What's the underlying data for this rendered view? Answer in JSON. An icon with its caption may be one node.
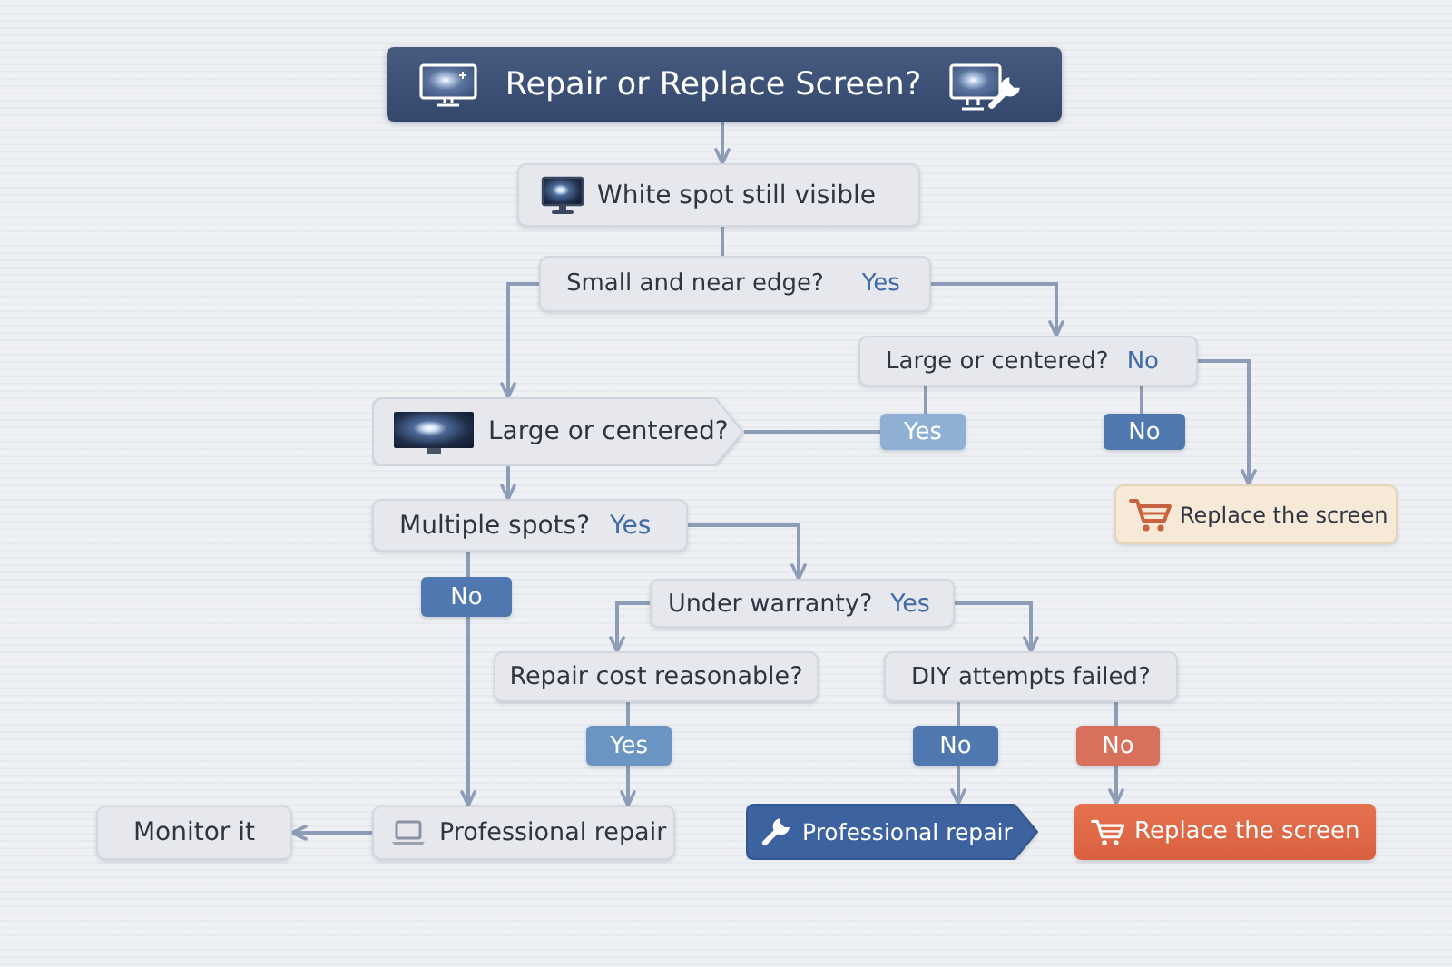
{
  "diagram": {
    "nodes": [
      {
        "text": [
          "Repair or Replace Screen?"
        ]
      },
      {
        "text": [
          "White spot still visible"
        ]
      },
      {
        "text": [
          "Small and near edge?",
          "Yes"
        ]
      },
      {
        "text": [
          "Large or centered?",
          "No"
        ]
      },
      {
        "text": [
          "Large or centered?"
        ]
      },
      {
        "text": [
          "Yes"
        ]
      },
      {
        "text": [
          "No"
        ]
      },
      {
        "text": [
          "Replace the screen"
        ]
      },
      {
        "text": [
          "Multiple spots?",
          "Yes"
        ]
      },
      {
        "text": [
          "No"
        ]
      },
      {
        "text": [
          "Under warranty?",
          "Yes"
        ]
      },
      {
        "text": [
          "Repair cost reasonable?"
        ]
      },
      {
        "text": [
          "DIY attempts failed?"
        ]
      },
      {
        "text": [
          "Yes"
        ]
      },
      {
        "text": [
          "No"
        ]
      },
      {
        "text": [
          "No"
        ]
      },
      {
        "text": [
          "Monitor it"
        ]
      },
      {
        "text": [
          "Professional repair"
        ]
      },
      {
        "text": [
          "Professional repair"
        ]
      },
      {
        "text": [
          "Replace the screen"
        ]
      }
    ],
    "edges": [
      {
        "from": 0,
        "to": 1,
        "arrow": "to"
      },
      {
        "from": 1,
        "to": 2,
        "arrow": "none"
      },
      {
        "from": 2,
        "to": 4,
        "arrow": "to"
      },
      {
        "from": 2,
        "to": 3,
        "arrow": "to"
      },
      {
        "from": 3,
        "to": 5,
        "arrow": "none"
      },
      {
        "from": 3,
        "to": 6,
        "arrow": "none"
      },
      {
        "from": 3,
        "to": 7,
        "arrow": "to"
      },
      {
        "from": 5,
        "to": 4,
        "arrow": "none"
      },
      {
        "from": 4,
        "to": 8,
        "arrow": "to"
      },
      {
        "from": 8,
        "to": 9,
        "arrow": "none"
      },
      {
        "from": 8,
        "to": 10,
        "arrow": "to"
      },
      {
        "from": 9,
        "to": 17,
        "arrow": "to"
      },
      {
        "from": 10,
        "to": 11,
        "arrow": "to"
      },
      {
        "from": 10,
        "to": 12,
        "arrow": "to"
      },
      {
        "from": 11,
        "to": 13,
        "arrow": "none"
      },
      {
        "from": 12,
        "to": 14,
        "arrow": "none"
      },
      {
        "from": 12,
        "to": 15,
        "arrow": "none"
      },
      {
        "from": 13,
        "to": 17,
        "arrow": "to"
      },
      {
        "from": 14,
        "to": 18,
        "arrow": "to"
      },
      {
        "from": 15,
        "to": 19,
        "arrow": "to"
      },
      {
        "from": 17,
        "to": 16,
        "arrow": "to"
      }
    ]
  }
}
